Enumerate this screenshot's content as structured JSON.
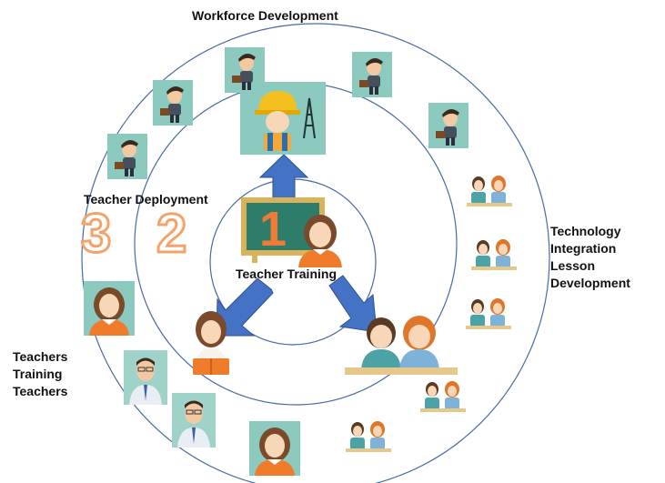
{
  "labels": {
    "workforce": "Workforce Development",
    "deployment": "Teacher Deployment",
    "training": "Teacher Training",
    "tech_line1": "Technology",
    "tech_line2": "Integration",
    "tech_line3": "Lesson",
    "tech_line4": "Development",
    "ttt_line1": "Teachers",
    "ttt_line2": "Training",
    "ttt_line3": "Teachers"
  },
  "stage_numbers": {
    "one": "1",
    "two": "2",
    "three": "3"
  },
  "colors": {
    "ring": "#4a6aa8",
    "arrow": "#4472c4",
    "number": "#f3a36a",
    "number_one": "#f07b35",
    "tile": "#8ccac0",
    "chalkboard": "#2e7d6b",
    "board_frame": "#d9b25a"
  },
  "icons": {
    "businessman": "businessman-icon",
    "engineer": "engineer-icon",
    "female_teacher": "female-teacher-icon",
    "male_teacher": "male-teacher-icon",
    "student_pair": "students-at-desk-icon",
    "reading_student": "reading-student-icon",
    "chalkboard": "chalkboard-icon"
  }
}
